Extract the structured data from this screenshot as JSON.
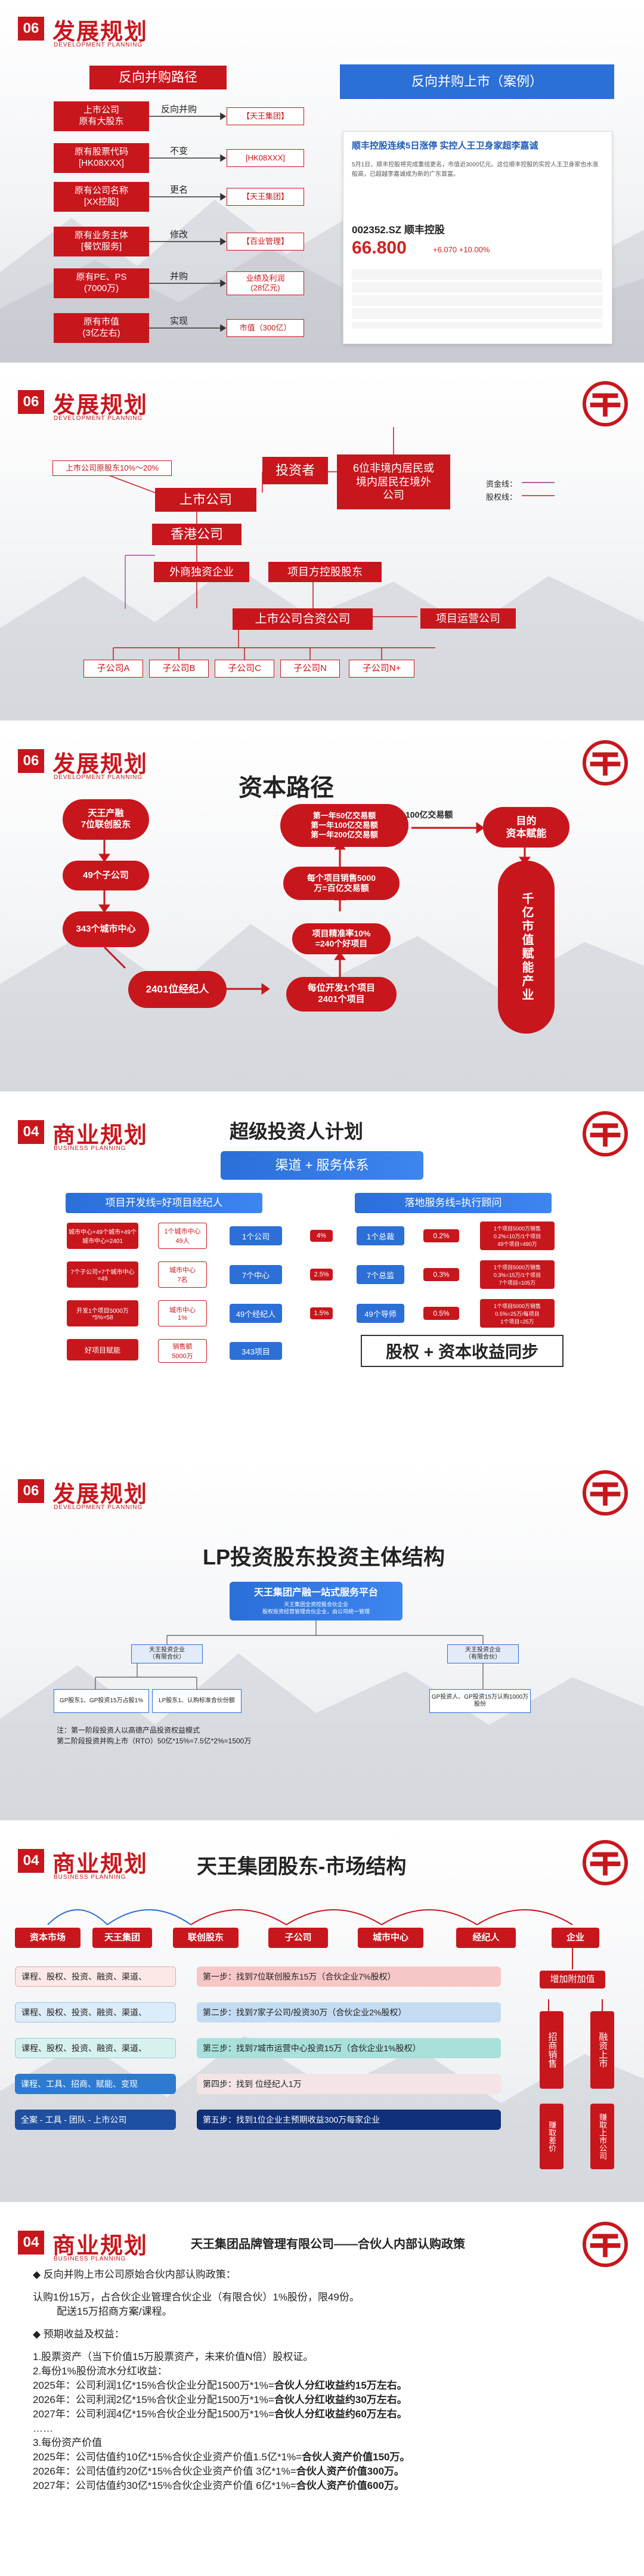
{
  "s1": {
    "num": "06",
    "title": "发展规划",
    "sub": "DEVELOPMENT PLANNING",
    "banner": "反向并购路径",
    "case_banner": "反向并购上市（案例）",
    "rows": [
      {
        "left": "上市公司\n原有大股东",
        "mid": "反向并购",
        "right": "【天王集团】"
      },
      {
        "left": "原有股票代码\n[HK08XXX]",
        "mid": "不变",
        "right": "[HK08XXX]"
      },
      {
        "left": "原有公司名称\n[XX控股]",
        "mid": "更名",
        "right": "【天王集团】"
      },
      {
        "left": "原有业务主体\n[餐饮服务]",
        "mid": "修改",
        "right": "【百业管理】"
      },
      {
        "left": "原有PE、PS\n(7000万)",
        "mid": "并购",
        "right": "业绩及利润\n(28亿元)"
      },
      {
        "left": "原有市值\n(3亿左右)",
        "mid": "实现",
        "right": "市值（300亿）"
      }
    ],
    "article": {
      "headline": "顺丰控股连续5日涨停 实控人王卫身家超李嘉诚",
      "body": "5月1日，顺丰控股将完成重组更名，市值近3000亿元。这位顺丰控股的实控人王卫身家也水涨船高，已超越李嘉诚成为新的广东首富。",
      "stock_code": "002352.SZ 顺丰控股",
      "price": "66.800",
      "change": "+6.070 +10.00%"
    }
  },
  "s2": {
    "num": "06",
    "title": "发展规划",
    "sub": "DEVELOPMENT PLANNING",
    "holder": "上市公司原股东10%～20%",
    "investor": "投资者",
    "foreign": "6位非境内居民或\n境内居民在境外\n公司",
    "listed": "上市公司",
    "hk": "香港公司",
    "wfoe": "外商独资企业",
    "project_holding": "项目方控股股东",
    "jv": "上市公司合资公司",
    "ops": "项目运营公司",
    "legend_capital": "资金线：",
    "legend_equity": "股权线：",
    "subs": [
      "子公司A",
      "子公司B",
      "子公司C",
      "子公司N",
      "子公司N+"
    ]
  },
  "s3": {
    "num": "06",
    "title": "发展规划",
    "sub": "DEVELOPMENT PLANNING",
    "heading": "资本路径",
    "start": "天王产融\n7位联创股东",
    "n49": "49个子公司",
    "n343": "343个城市中心",
    "n2401": "2401位经纪人",
    "eachday": "每位开发1个项目\n2401个项目",
    "precise": "项目精准率10%\n=240个好项目",
    "sales": "每个项目销售5000\n万=百亿交易额",
    "years": "第一年50亿交易额\n第一年100亿交易额\n第一年200亿交易额",
    "label100": "100亿交易额",
    "target": "目的\n资本赋能",
    "bigtarget": "千亿市值赋能产业"
  },
  "s4": {
    "num": "04",
    "title": "商业规划",
    "sub": "BUSINESS PLANNING",
    "heading": "超级投资人计划",
    "channel": "渠道 + 服务体系",
    "left_head": "项目开发线=好项目经纪人",
    "right_head": "落地服务线=执行顾问",
    "left_rows": [
      {
        "a": "城市中心+49个城市+49个城市中心=2401",
        "b": "1个城市中心\n49人",
        "c": "1个公司",
        "d": "4%"
      },
      {
        "a": "7个子公司+7个城市中心=49",
        "b": "城市中心\n7名",
        "c": "7个中心",
        "d": "2.5%"
      },
      {
        "a": "开发1个项目5000万*5%=58",
        "b": "城市中心\n1%",
        "c": "49个经纪人",
        "d": "1.5%"
      },
      {
        "a": "好项目赋能",
        "b": "销售额\n5000万",
        "c": "343项目",
        "d": ""
      }
    ],
    "right_rows": [
      {
        "a": "1个总裁",
        "b": "0.2%",
        "c": "1个项目5000万销售\n0.2%=10万/1个项目\n49个项目=490万"
      },
      {
        "a": "7个总监",
        "b": "0.3%",
        "c": "1个项目5000万销售\n0.3%=15万/1个项目\n7个项目=105万"
      },
      {
        "a": "49个导师",
        "b": "0.5%",
        "c": "1个项目5000万销售\n0.5%=25万/每项目\n1个项目=25万"
      }
    ],
    "slogan": "股权 + 资本收益同步"
  },
  "s5": {
    "num": "06",
    "title": "发展规划",
    "sub": "DEVELOPMENT PLANNING",
    "heading": "LP投资股东投资主体结构",
    "platform": "天王集团产融一站式服务平台",
    "platform_sub": "天王集团全资控股合伙企业\n股权投资经营管理合伙企业，由公司统一管理",
    "mid_left": "天王投资企业\n（有限合伙）",
    "mid_right": "天王投资企业\n（有限合伙）",
    "gp1": "GP股东1、GP投资15万占股1%",
    "lp1": "LP股东1、认购标准合伙份额",
    "gp2": "GP投资人、GP投资15万认购1000万股份",
    "notes": "注：第一阶段投资人以高德产品投资权益模式\n    第二阶段投资并购上市（RTO）50亿*15%=7.5亿*2%=1500万"
  },
  "s6": {
    "num": "04",
    "title": "商业规划",
    "sub": "BUSINESS PLANNING",
    "heading": "天王集团股东-市场结构",
    "chain": [
      "资本市场",
      "天王集团",
      "联创股东",
      "子公司",
      "城市中心",
      "经纪人",
      "企业"
    ],
    "rows": [
      {
        "left": "课程、股权、投资、融资、渠道、",
        "step": "第一步：找到7位联创股东15万（合伙企业7%股权）"
      },
      {
        "left": "课程、股权、投资、融资、渠道、",
        "step": "第二步：找到7家子公司/投资30万（合伙企业2%股权）"
      },
      {
        "left": "课程、股权、投资、融资、渠道、",
        "step": "第三步：找到7城市运营中心投资15万（合伙企业1%股权）"
      },
      {
        "left": "课程、工具、招商、赋能、变现",
        "step": "第四步：找到    位经纪人1万"
      },
      {
        "left": "全案 - 工具 - 团队 - 上市公司",
        "step": "第五步：找到1位企业主预期收益300万每家企业"
      }
    ],
    "side_top": "增加附加值",
    "side_a": "招商销售",
    "side_b": "融资上市",
    "side_c": "赚取差价",
    "side_d": "赚取上市公司"
  },
  "s7": {
    "num": "04",
    "title": "商业规划",
    "sub": "BUSINESS PLANNING",
    "heading": "天王集团品牌管理有限公司——合伙人内部认购政策",
    "p1": "◆ 反向并购上市公司原始合伙内部认购政策：",
    "p2": "认购1份15万，占合伙企业管理合伙企业（有限合伙）1%股份，限49份。",
    "p3": "配送15万招商方案/课程。",
    "p4": "◆ 预期收益及权益：",
    "p5": "1.股票资产（当下价值15万股票资产，未来价值N倍）股权证。",
    "p6": "2.每份1%股份流水分红收益：",
    "p7a": "2025年：公司利润1亿*15%合伙企业分配1500万*1%=",
    "p7b": "合伙人分红收益约15万左右。",
    "p8a": "2026年：公司利润2亿*15%合伙企业分配1500万*1%=",
    "p8b": "合伙人分红收益约30万左右。",
    "p9a": "2027年：公司利润4亿*15%合伙企业分配1500万*1%=",
    "p9b": "合伙人分红收益约60万左右。",
    "p10": "……",
    "p11": "3.每份资产价值",
    "p12a": "2025年：公司估值约10亿*15%合伙企业资产价值1.5亿*1%=",
    "p12b": "合伙人资产价值150万。",
    "p13a": "2026年：公司估值约20亿*15%合伙企业资产价值 3亿*1%=",
    "p13b": "合伙人资产价值300万。",
    "p14a": "2027年：公司估值约30亿*15%合伙企业资产价值 6亿*1%=",
    "p14b": "合伙人资产价值600万。"
  }
}
